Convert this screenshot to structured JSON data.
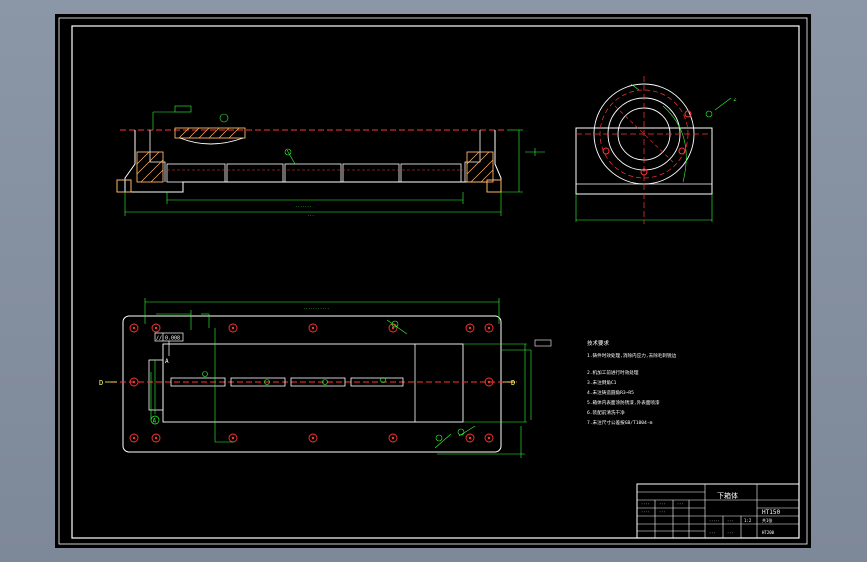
{
  "drawing": {
    "title": "下箱体",
    "drawing_code": "HT150",
    "scale_text": "1:2",
    "sheet_text": "共1张",
    "material_note": "HT200"
  },
  "tolerance_frame": {
    "symbol": "//",
    "value": "0.008",
    "datum": "A"
  },
  "datum_labels": {
    "section_mark": "D",
    "datum_a": "A"
  },
  "tech_requirements": {
    "heading": "技术要求",
    "lines": [
      "1.铸件时效处理,消除内应力,去除毛刺锐边",
      "2.机加工前进行时效处理",
      "3.未注倒角C1",
      "4.未注铸造圆角R3~R5",
      "5.箱体内表面涂防锈漆,外表面喷漆",
      "6.装配前清洗干净",
      "7.未注尺寸公差按GB/T1804-m"
    ]
  },
  "colors": {
    "outline": "#ffffff",
    "dimension": "#33ff33",
    "centerline": "#ff3333",
    "hatch": "#ffb366",
    "highlight": "#ffff66",
    "border": "#ffffff"
  }
}
